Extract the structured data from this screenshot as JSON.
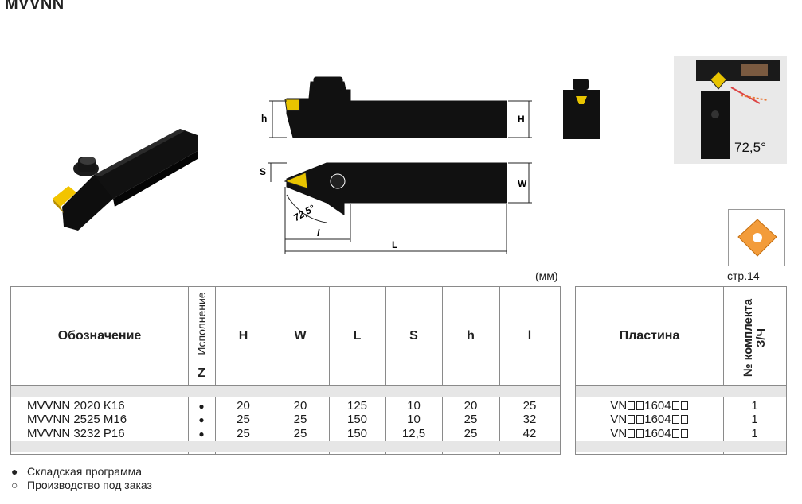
{
  "title": "MVVNN",
  "drawing": {
    "dim_h": "h",
    "dim_H": "H",
    "dim_S": "S",
    "dim_W": "W",
    "dim_l": "l",
    "dim_L": "L",
    "angle": "72,5°"
  },
  "detail_angle": "72,5°",
  "insert_page_ref": "стр.14",
  "units": "(мм)",
  "main_table": {
    "headers": {
      "designation": "Обозначение",
      "version": "Исполнение",
      "version_z": "Z",
      "H": "H",
      "W": "W",
      "L": "L",
      "S": "S",
      "h": "h",
      "l": "l"
    },
    "rows": [
      {
        "designation": "MVVNN 2020 K16",
        "mark": "●",
        "H": "20",
        "W": "20",
        "L": "125",
        "S": "10",
        "h": "20",
        "l": "25"
      },
      {
        "designation": "MVVNN 2525 M16",
        "mark": "●",
        "H": "25",
        "W": "25",
        "L": "150",
        "S": "10",
        "h": "25",
        "l": "32"
      },
      {
        "designation": "MVVNN 3232 P16",
        "mark": "●",
        "H": "25",
        "W": "25",
        "L": "150",
        "S": "12,5",
        "h": "25",
        "l": "42"
      }
    ]
  },
  "insert_table": {
    "headers": {
      "insert": "Пластина",
      "spare_set": "№ комплекта З/Ч"
    },
    "rows": [
      {
        "insert_prefix": "VN",
        "insert_mid": "1604",
        "set": "1"
      },
      {
        "insert_prefix": "VN",
        "insert_mid": "1604",
        "set": "1"
      },
      {
        "insert_prefix": "VN",
        "insert_mid": "1604",
        "set": "1"
      }
    ]
  },
  "legend": [
    {
      "symbol": "●",
      "text": "Складская программа"
    },
    {
      "symbol": "○",
      "text": "Производство под заказ"
    }
  ]
}
